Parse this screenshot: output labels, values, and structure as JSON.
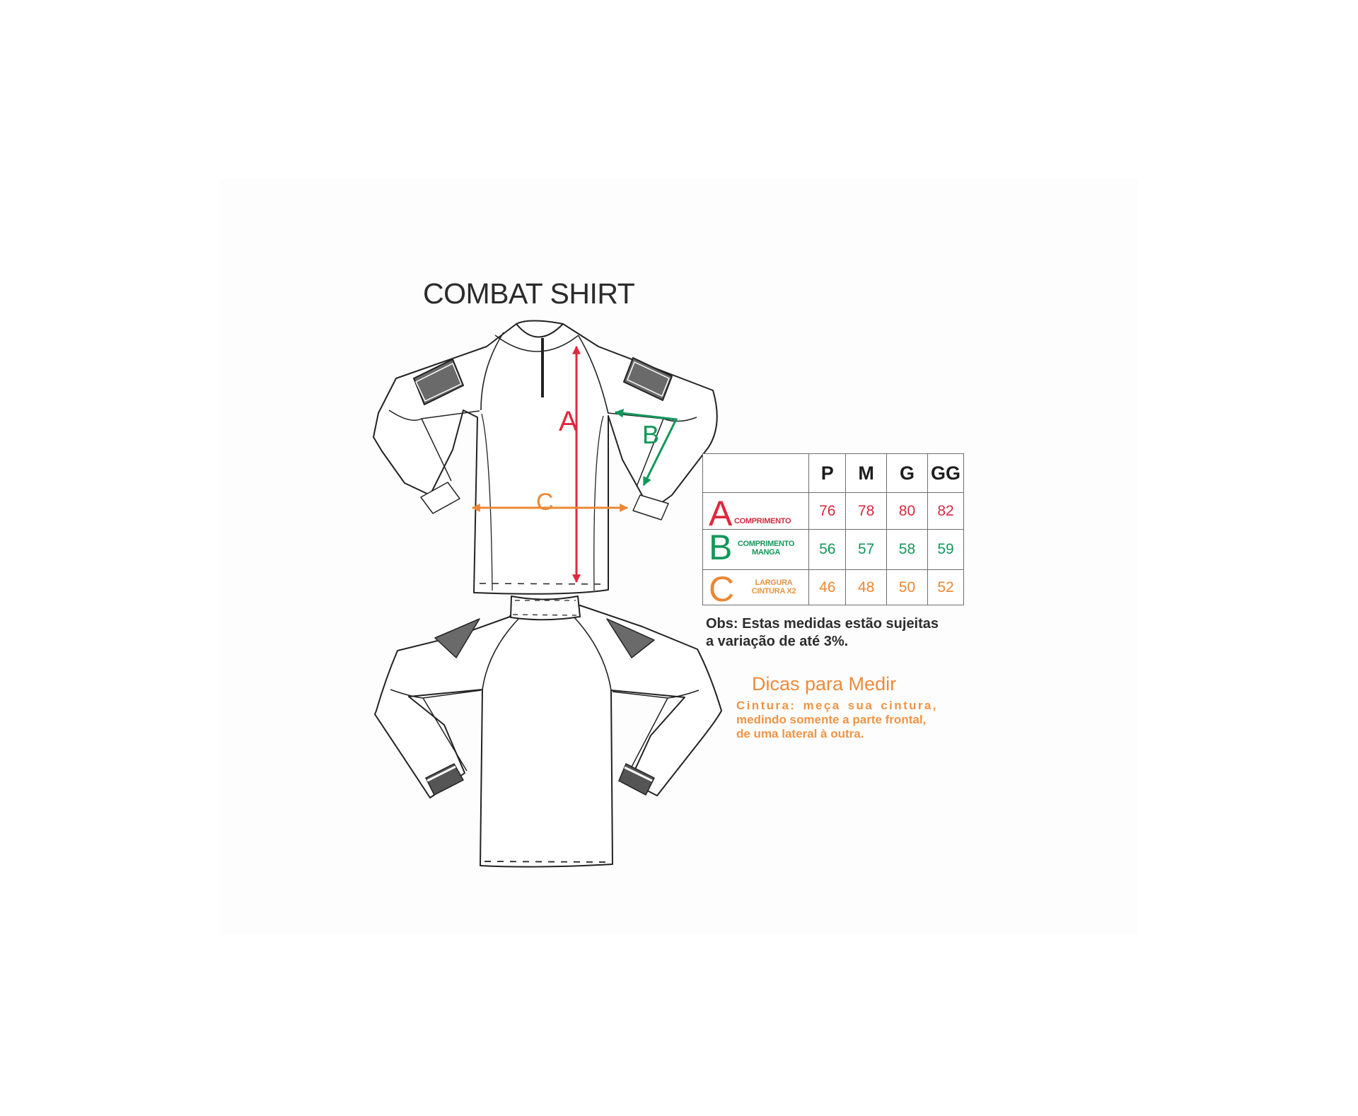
{
  "title": "COMBAT SHIRT",
  "measure_labels": {
    "a": "A",
    "b": "B",
    "c": "C"
  },
  "colors": {
    "a": "#e0283e",
    "b": "#13975a",
    "c": "#ec8733",
    "text_dark": "#2b2b2b",
    "table_border": "#6e6e6e",
    "patch_gray": "#6a6a6a"
  },
  "size_table": {
    "sizes": [
      "P",
      "M",
      "G",
      "GG"
    ],
    "rows": [
      {
        "letter": "A",
        "label_line1": "COMPRIMENTO",
        "label_line2": "",
        "values": [
          "76",
          "78",
          "80",
          "82"
        ]
      },
      {
        "letter": "B",
        "label_line1": "COMPRIMENTO",
        "label_line2": "MANGA",
        "values": [
          "56",
          "57",
          "58",
          "59"
        ]
      },
      {
        "letter": "C",
        "label_line1": "LARGURA",
        "label_line2": "CINTURA X2",
        "values": [
          "46",
          "48",
          "50",
          "52"
        ]
      }
    ]
  },
  "note": {
    "line1": "Obs: Estas medidas estão sujeitas",
    "line2": "a variação de até 3%."
  },
  "tips": {
    "title": "Dicas para Medir",
    "line1": "Cintura: meça sua cintura,",
    "line2": "medindo somente a parte frontal,",
    "line3": "de uma lateral à outra."
  }
}
